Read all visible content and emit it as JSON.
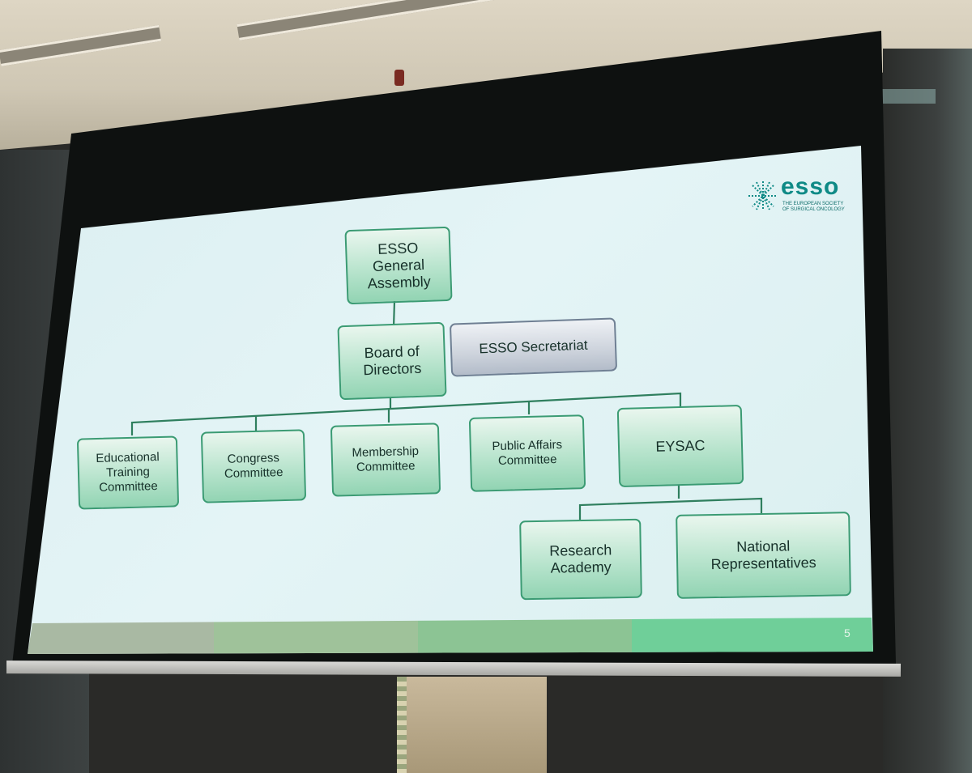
{
  "slide": {
    "logo": {
      "word": "esso",
      "tagline": "The European Society of Surgical Oncology"
    },
    "page_number": "5",
    "colors": {
      "node_fill": "#b8e4cd",
      "node_border": "#3b9b73",
      "secretariat_fill": "#cdd3dc",
      "brand": "#0f8a86"
    },
    "nodes": {
      "general_assembly": "ESSO General Assembly",
      "board": "Board of Directors",
      "secretariat": "ESSO Secretariat",
      "educational": "Educational Training Committee",
      "congress": "Congress Committee",
      "membership": "Membership Committee",
      "public_affairs": "Public Affairs Committee",
      "eysac": "EYSAC",
      "research": "Research Academy",
      "national": "National Representatives"
    }
  }
}
